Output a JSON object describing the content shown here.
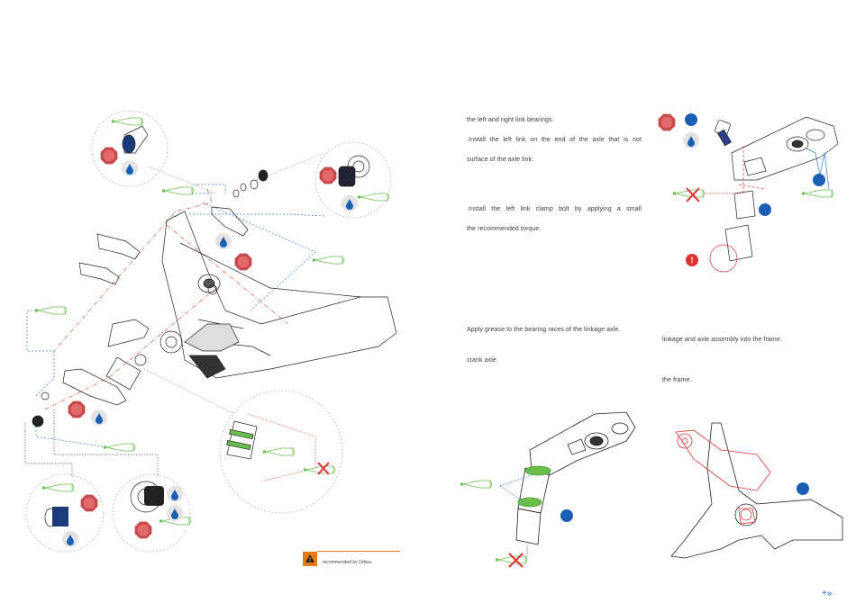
{
  "right_page": {
    "step1": {
      "line1": "the left and right link bearings.",
      "line2": ".Install the left link on the end of the axle that is not",
      "line3": "surface of the axle link.",
      "line4": ".Install the left link clamp bolt by applying a small",
      "line5": "the recommended torque."
    },
    "step2": {
      "line1": "Apply grease to the bearing races of the linkage axle.",
      "line2": "crank axle."
    },
    "step3": {
      "line1": "linkage and axle assembly into the frame.",
      "line2": "the frame."
    }
  },
  "warning": {
    "icon": "warning-triangle-icon",
    "text": "recommended by Orbea.",
    "color": "#e07a1a"
  },
  "navigation": {
    "next_label": "+»",
    "icon": "double-chevron-right-icon"
  },
  "colors": {
    "accent_blue": "#1a5fb4",
    "grease_green": "#6abf4b",
    "torque_red": "#c0392b",
    "leader_blue": "#2a7bd4",
    "leader_red": "#d9534f"
  }
}
